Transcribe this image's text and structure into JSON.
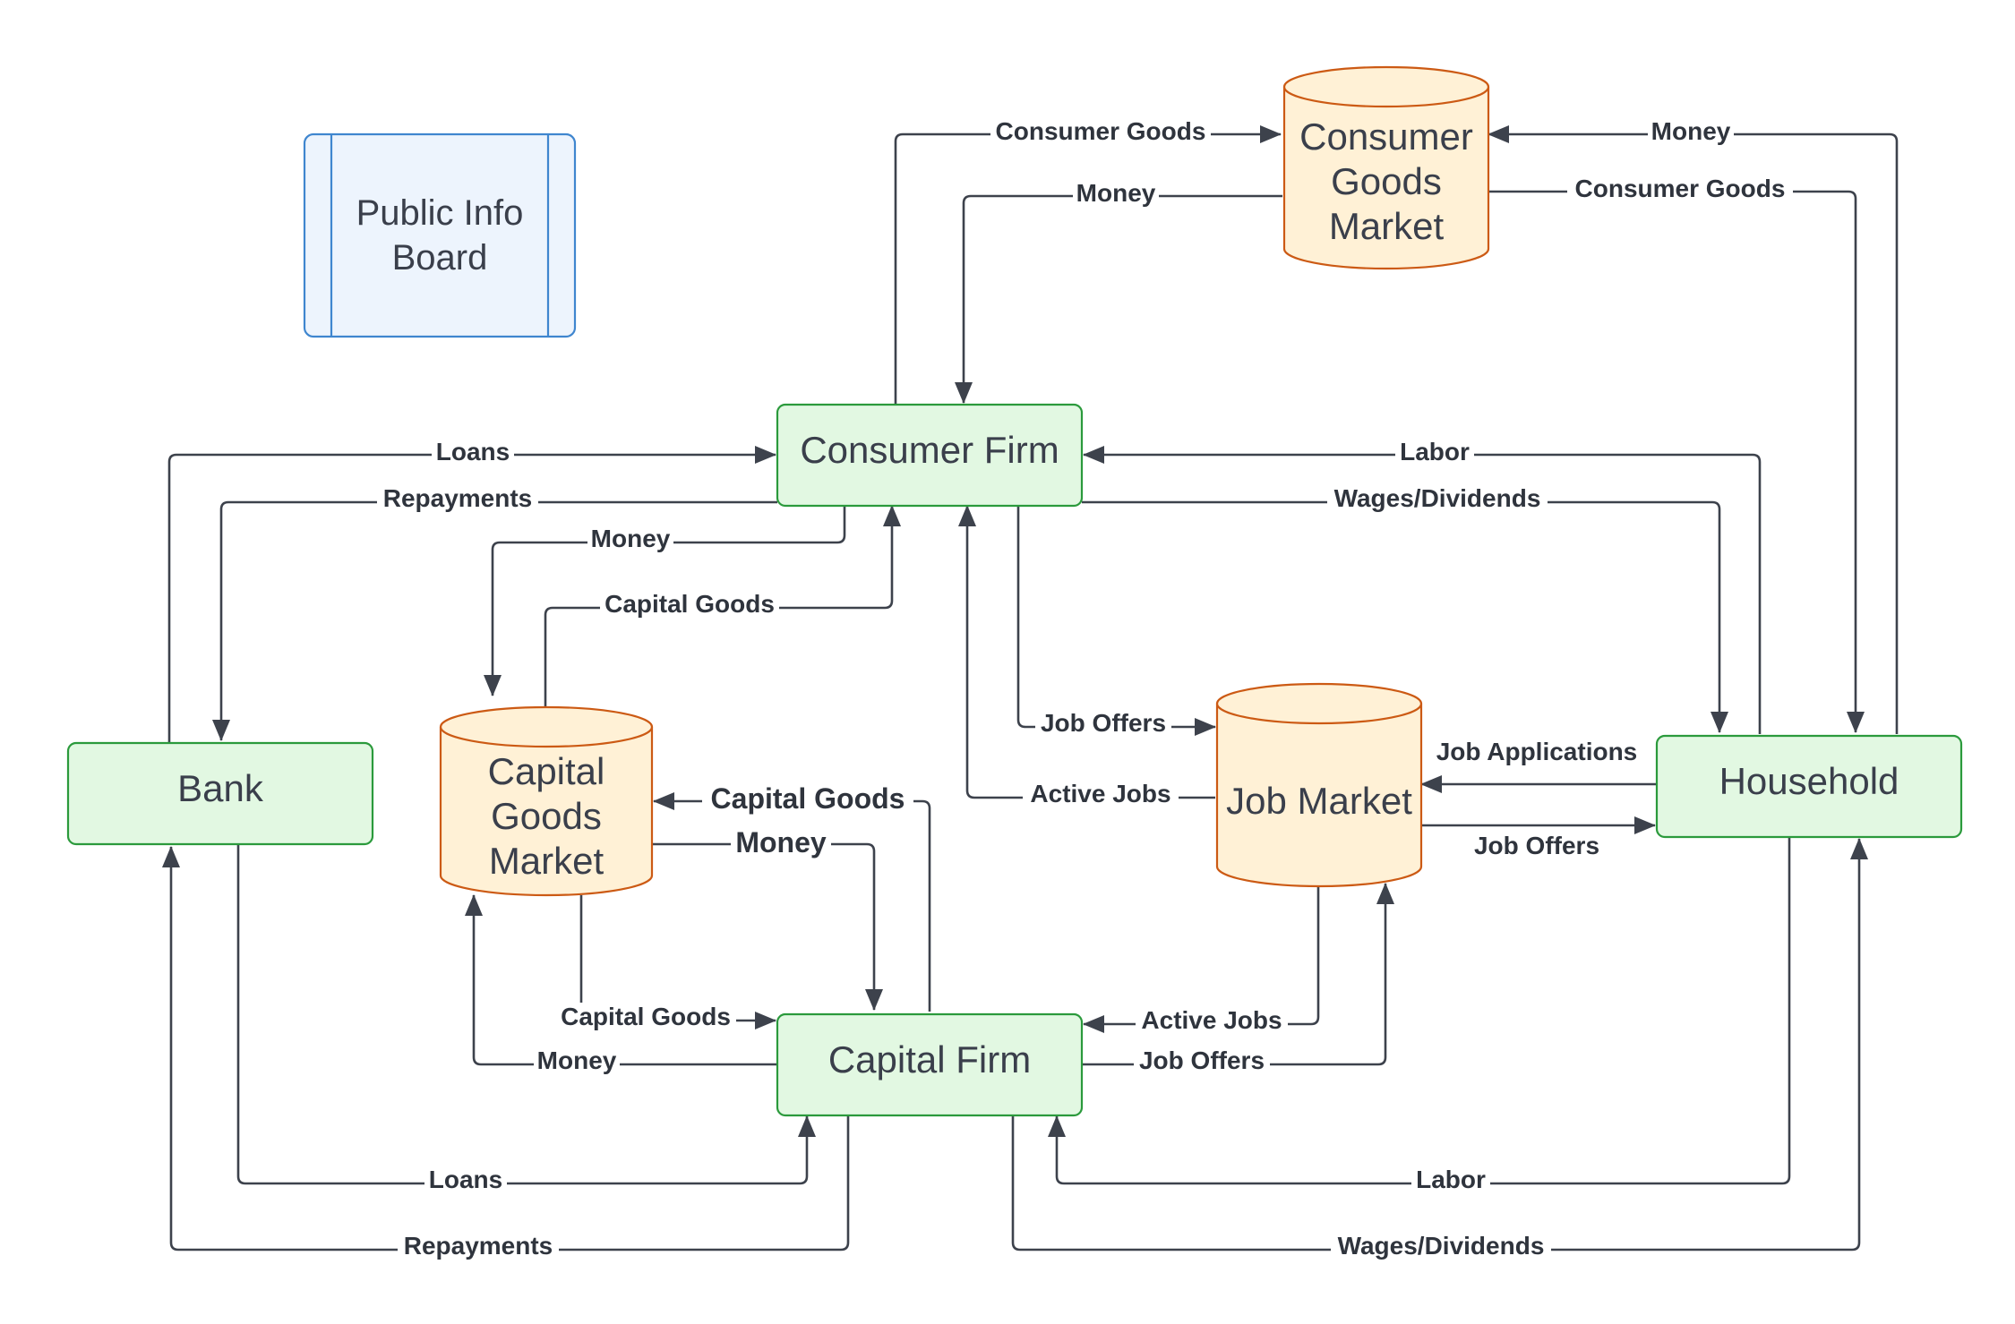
{
  "nodes": {
    "public_info_board": "Public Info Board",
    "consumer_goods_market": "Consumer Goods Market",
    "consumer_firm": "Consumer Firm",
    "bank": "Bank",
    "capital_goods_market": "Capital Goods Market",
    "job_market": "Job Market",
    "household": "Household",
    "capital_firm": "Capital Firm"
  },
  "edges": {
    "cf_to_cgm_goods": "Consumer Goods",
    "cgm_to_cf_money": "Money",
    "hh_to_cgm_money": "Money",
    "cgm_to_hh_goods": "Consumer Goods",
    "bank_to_cf_loans": "Loans",
    "cf_to_bank_repay": "Repayments",
    "cf_to_capm_money": "Money",
    "capm_to_cf_goods": "Capital Goods",
    "hh_to_cf_labor": "Labor",
    "cf_to_hh_wages": "Wages/Dividends",
    "cf_to_jm_offers": "Job Offers",
    "jm_to_cf_active": "Active Jobs",
    "hh_to_jm_apps": "Job Applications",
    "jm_to_hh_offers": "Job Offers",
    "kf_to_capm_goods": "Capital Goods",
    "capm_to_kf_money": "Money",
    "capm_to_kf_goods": "Capital Goods",
    "kf_to_capm_money": "Money",
    "jm_to_kf_active": "Active Jobs",
    "kf_to_jm_offers": "Job Offers",
    "bank_to_kf_loans": "Loans",
    "kf_to_bank_repay": "Repayments",
    "hh_to_kf_labor": "Labor",
    "kf_to_hh_wages": "Wages/Dividends"
  },
  "colors": {
    "agent_fill": "#e2f8e2",
    "agent_stroke": "#2b9a3c",
    "market_fill": "#fff1d6",
    "market_stroke": "#cc5a14",
    "board_fill": "#edf4fd",
    "board_stroke": "#3f86cf",
    "edge": "#3d424c"
  }
}
